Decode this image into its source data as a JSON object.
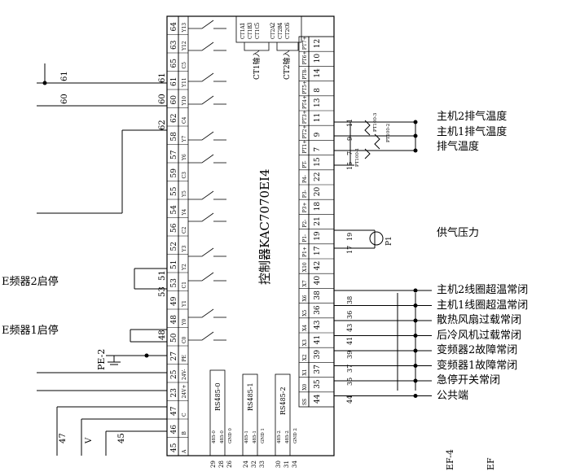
{
  "controller": {
    "name": "控制器KAC7070EI4"
  },
  "right_labels": {
    "exhaust_group": [
      "主机2排气温度",
      "主机1排气温度",
      "排气温度"
    ],
    "pressure": "供气压力",
    "alarm_group": [
      "主机2线圈超温常闭",
      "主机1线圈超温常闭",
      "散热风扇过载常闭",
      "后冷风机过载常闭",
      "变频器2故障常闭",
      "变频器1故障常闭",
      "急停开关常闭",
      "公共端"
    ]
  },
  "left_labels": {
    "vfd2": "E频器2启停",
    "vfd1": "E频器1启停",
    "pe": "PE-2"
  },
  "ct_inputs": {
    "ct1": "CT1输入",
    "ct2": "CT2输入",
    "ct1_pins": [
      "CT1A",
      "CT1B",
      "CT1C"
    ],
    "ct2_pins": [
      "CT2A",
      "CT2B",
      "CT2C"
    ],
    "ct1_nums": [
      "1",
      "3",
      "5"
    ],
    "ct2_nums": [
      "2",
      "4",
      "6"
    ]
  },
  "comm": {
    "rs485_0": "RS485-0",
    "rs485_1": "RS485-1",
    "rs485_2": "RS485-2"
  },
  "wire_numbers": {
    "w61": "61",
    "w60": "60",
    "w62": "62",
    "w51": "51",
    "w53": "53",
    "w48": "48",
    "w47": "47",
    "v": "V",
    "w45": "45",
    "p1": "P1",
    "ptc": [
      "PT100-1",
      "PT100-2",
      "PT100-3"
    ]
  },
  "left_terminals": [
    {
      "a": "64",
      "b": "Y13"
    },
    {
      "a": "63",
      "b": "Y12"
    },
    {
      "a": "65",
      "b": "C5"
    },
    {
      "a": "61",
      "b": "Y11"
    },
    {
      "a": "60",
      "b": "Y10"
    },
    {
      "a": "62",
      "b": "C4"
    },
    {
      "a": "58",
      "b": "Y7"
    },
    {
      "a": "57",
      "b": "Y6"
    },
    {
      "a": "59",
      "b": "C3"
    },
    {
      "a": "55",
      "b": "Y5"
    },
    {
      "a": "54",
      "b": "Y4"
    },
    {
      "a": "56",
      "b": "C2"
    },
    {
      "a": "52",
      "b": "Y3"
    },
    {
      "a": "51",
      "b": "Y2"
    },
    {
      "a": "53",
      "b": "C1"
    },
    {
      "a": "49",
      "b": "Y1"
    },
    {
      "a": "48",
      "b": "Y0"
    },
    {
      "a": "50",
      "b": "C0"
    },
    {
      "a": "27",
      "b": "PE"
    },
    {
      "a": "25",
      "b": "24V-"
    },
    {
      "a": "23",
      "b": "24V+"
    },
    {
      "a": "47",
      "b": "C"
    },
    {
      "a": "46",
      "b": "B"
    },
    {
      "a": "45",
      "b": "A"
    }
  ],
  "right_terminals": [
    {
      "a": "12",
      "b": "PT7+"
    },
    {
      "a": "10",
      "b": "PT6+"
    },
    {
      "a": "14",
      "b": "PT8-"
    },
    {
      "a": "8",
      "b": "PT5+"
    },
    {
      "a": "13",
      "b": "PT4+"
    },
    {
      "a": "11",
      "b": "PT3+"
    },
    {
      "a": "9",
      "b": "PT2+"
    },
    {
      "a": "7",
      "b": "PT1+"
    },
    {
      "a": "15",
      "b": "PT-"
    },
    {
      "a": "22",
      "b": "P4-"
    },
    {
      "a": "20",
      "b": "P3-"
    },
    {
      "a": "18",
      "b": "P3+"
    },
    {
      "a": "21",
      "b": "P2-"
    },
    {
      "a": "19",
      "b": "P1-"
    },
    {
      "a": "17",
      "b": "P1+"
    },
    {
      "a": "42",
      "b": "X10"
    },
    {
      "a": "40",
      "b": "X7"
    },
    {
      "a": "38",
      "b": "X6"
    },
    {
      "a": "36",
      "b": "X5"
    },
    {
      "a": "43",
      "b": "X4"
    },
    {
      "a": "41",
      "b": "X3"
    },
    {
      "a": "39",
      "b": "X2"
    },
    {
      "a": "37",
      "b": "X1"
    },
    {
      "a": "35",
      "b": "X0"
    },
    {
      "a": "44",
      "b": "SS"
    }
  ],
  "bottom_terminals": [
    {
      "a": "29",
      "b": "485-0"
    },
    {
      "a": "28",
      "b": "485-0"
    },
    {
      "a": "26",
      "b": "GND 0"
    },
    {
      "a": "24",
      "b": "485-1"
    },
    {
      "a": "32",
      "b": "485-1"
    },
    {
      "a": "33",
      "b": "GND 1"
    },
    {
      "a": "30",
      "b": "485-2"
    },
    {
      "a": "31",
      "b": "485-2"
    },
    {
      "a": "34",
      "b": "GND 2"
    }
  ],
  "far_right_nums": [
    "11",
    "9",
    "7",
    "15",
    "19",
    "17",
    "38",
    "36",
    "43",
    "41",
    "39",
    "37",
    "35",
    "44"
  ],
  "bottom_fragments": [
    "EF-4",
    "EF"
  ]
}
